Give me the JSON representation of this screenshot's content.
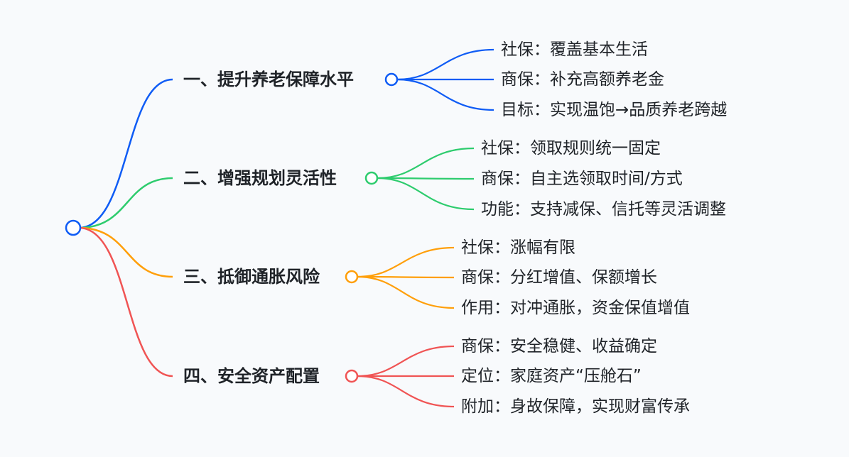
{
  "mindmap": {
    "branches": [
      {
        "label": "一、提升养老保障水平",
        "color": "#0f5cf5",
        "children": [
          "社保：覆盖基本生活",
          "商保：补充高额养老金",
          "目标：实现温饱→品质养老跨越"
        ]
      },
      {
        "label": "二、增强规划灵活性",
        "color": "#2ecc6e",
        "children": [
          "社保：领取规则统一固定",
          "商保：自主选领取时间/方式",
          "功能：支持减保、信托等灵活调整"
        ]
      },
      {
        "label": "三、抵御通胀风险",
        "color": "#ff9f0a",
        "children": [
          "社保：涨幅有限",
          "商保：分红增值、保额增长",
          "作用：对冲通胀，资金保值增值"
        ]
      },
      {
        "label": "四、安全资产配置",
        "color": "#f05454",
        "children": [
          "商保：安全稳健、收益确定",
          "定位：家庭资产“压舱石”",
          "附加：身故保障，实现财富传承"
        ]
      }
    ],
    "root_color": "#0f5cf5"
  }
}
